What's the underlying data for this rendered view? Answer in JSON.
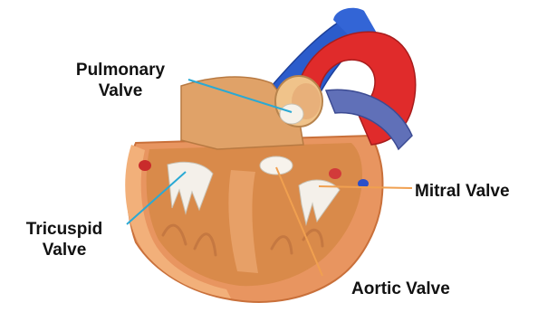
{
  "labels": {
    "pulmonary_line1": "Pulmonary",
    "pulmonary_line2": "Valve",
    "tricuspid_line1": "Tricuspid",
    "tricuspid_line2": "Valve",
    "mitral": "Mitral Valve",
    "aortic": "Aortic Valve"
  },
  "colors": {
    "pulmonary_leader": "#2aa9d4",
    "tricuspid_leader": "#2aa9d4",
    "mitral_leader": "#f0a050",
    "aortic_leader": "#f0a050"
  }
}
